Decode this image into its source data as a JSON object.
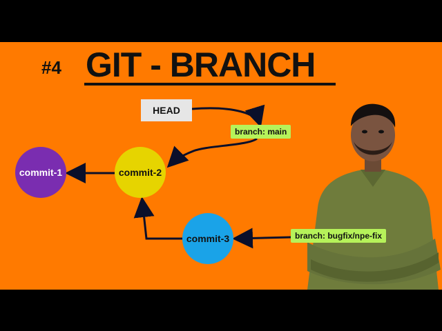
{
  "episode": "#4",
  "title": "GIT - BRANCH",
  "head_label": "HEAD",
  "branches": {
    "main": "branch: main",
    "bugfix": "branch: bugfix/npe-fix"
  },
  "commits": [
    "commit-1",
    "commit-2",
    "commit-3"
  ],
  "colors": {
    "background": "#ff7a00",
    "commit1": "#7a2db0",
    "commit2": "#e6d400",
    "commit3": "#1aa3e8",
    "branch_tag": "#b6f25a"
  }
}
